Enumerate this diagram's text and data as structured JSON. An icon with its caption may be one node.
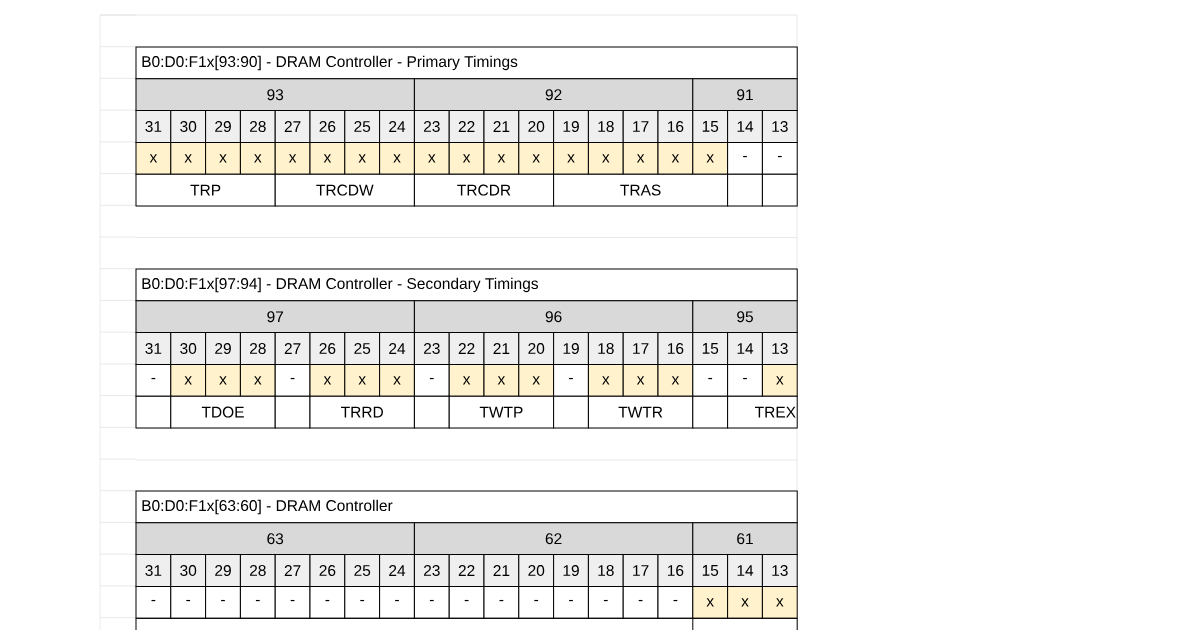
{
  "diagram": {
    "labels": [
      "B0:D0:F1x[93:90] - DRAM Controller - Primary Timings",
      "93",
      "92",
      "91",
      "31",
      "30",
      "29",
      "28",
      "27",
      "26",
      "25",
      "24",
      "23",
      "22",
      "21",
      "20",
      "19",
      "18",
      "17",
      "16",
      "15",
      "14",
      "13",
      "x",
      "x",
      "x",
      "x",
      "x",
      "x",
      "x",
      "x",
      "x",
      "x",
      "x",
      "x",
      "x",
      "x",
      "x",
      "x",
      "x",
      "-",
      "-",
      "TRP",
      "TRCDW",
      "TRCDR",
      "TRAS",
      "B0:D0:F1x[97:94] - DRAM Controller - Secondary Timings",
      "97",
      "96",
      "95",
      "31",
      "30",
      "29",
      "28",
      "27",
      "26",
      "25",
      "24",
      "23",
      "22",
      "21",
      "20",
      "19",
      "18",
      "17",
      "16",
      "15",
      "14",
      "13",
      "-",
      "x",
      "x",
      "x",
      "-",
      "x",
      "x",
      "x",
      "-",
      "x",
      "x",
      "x",
      "-",
      "x",
      "x",
      "x",
      "-",
      "-",
      "x",
      "TDOE",
      "TRRD",
      "TWTP",
      "TWTR",
      "TREX",
      "B0:D0:F1x[63:60] - DRAM Controller",
      "63",
      "62",
      "61",
      "31",
      "30",
      "29",
      "28",
      "27",
      "26",
      "25",
      "24",
      "23",
      "22",
      "21",
      "20",
      "19",
      "18",
      "17",
      "16",
      "15",
      "14",
      "13",
      "-",
      "-",
      "-",
      "-",
      "-",
      "-",
      "-",
      "-",
      "-",
      "-",
      "-",
      "-",
      "-",
      "-",
      "-",
      "-",
      "x",
      "x",
      "x"
    ]
  }
}
